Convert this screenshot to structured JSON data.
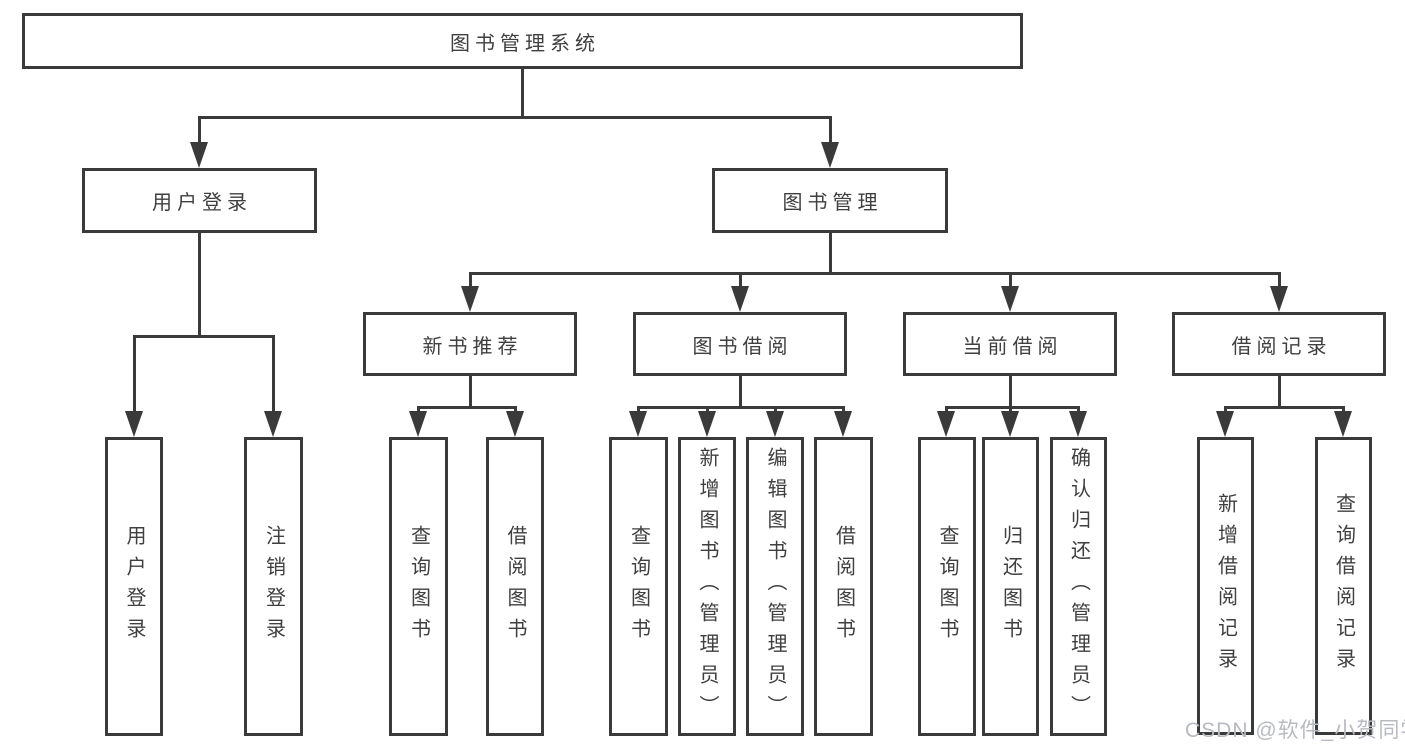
{
  "diagram": {
    "root": {
      "label": "图书管理系统"
    },
    "level2": [
      {
        "label": "用户登录"
      },
      {
        "label": "图书管理"
      }
    ],
    "level3": [
      {
        "label": "新书推荐",
        "parent": "图书管理"
      },
      {
        "label": "图书借阅",
        "parent": "图书管理"
      },
      {
        "label": "当前借阅",
        "parent": "图书管理"
      },
      {
        "label": "借阅记录",
        "parent": "图书管理"
      }
    ],
    "leaves": [
      {
        "label": "用户登录",
        "parent": "用户登录"
      },
      {
        "label": "注销登录",
        "parent": "用户登录"
      },
      {
        "label": "查询图书",
        "parent": "新书推荐"
      },
      {
        "label": "借阅图书",
        "parent": "新书推荐"
      },
      {
        "label": "查询图书",
        "parent": "图书借阅"
      },
      {
        "label": "新增图书（管理员）",
        "parent": "图书借阅"
      },
      {
        "label": "编辑图书（管理员）",
        "parent": "图书借阅"
      },
      {
        "label": "借阅图书",
        "parent": "图书借阅"
      },
      {
        "label": "查询图书",
        "parent": "当前借阅"
      },
      {
        "label": "归还图书",
        "parent": "当前借阅"
      },
      {
        "label": "确认归还（管理员）",
        "parent": "当前借阅"
      },
      {
        "label": "新增借阅记录",
        "parent": "借阅记录"
      },
      {
        "label": "查询借阅记录",
        "parent": "借阅记录"
      }
    ],
    "colors": {
      "line": "#3a3a3a",
      "text": "#3f3f3f",
      "background": "#ffffff",
      "watermark_text": "#b7bbc1"
    }
  },
  "watermark": {
    "text": "CSDN @软件_小贺同学"
  }
}
